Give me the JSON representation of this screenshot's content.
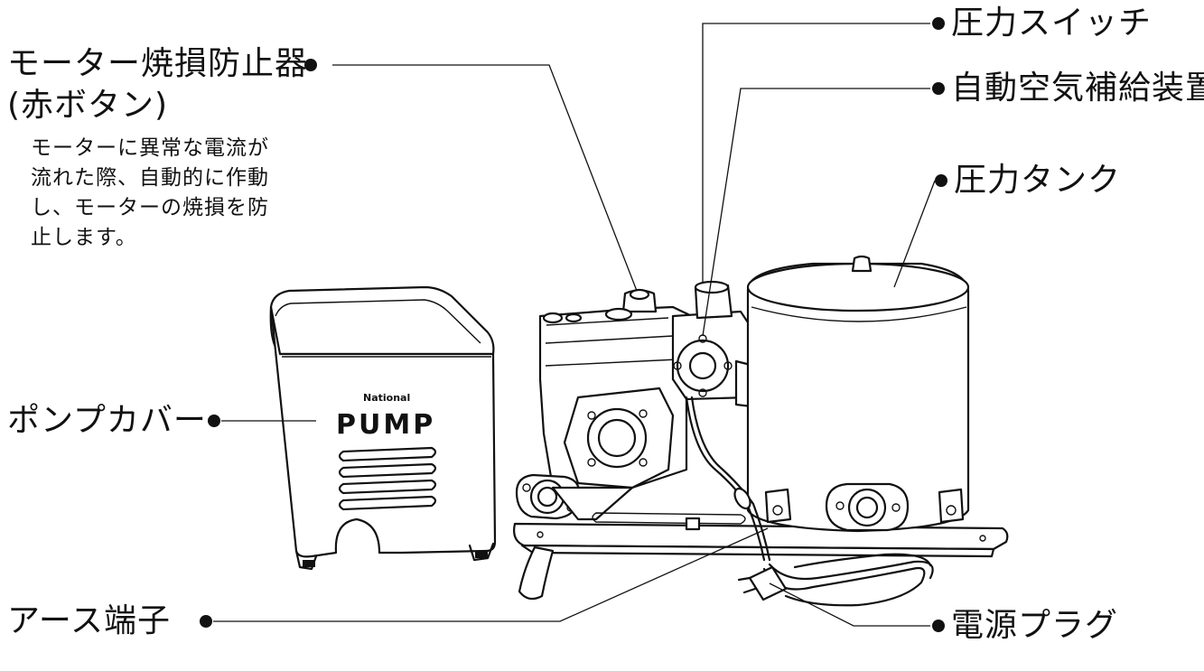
{
  "labels": {
    "motor_protector": "モーター焼損防止器",
    "motor_protector_sub": "(赤ボタン)",
    "motor_protector_desc_1": "モーターに異常な電流が",
    "motor_protector_desc_2": "流れた際、自動的に作動",
    "motor_protector_desc_3": "し、モーターの焼損を防",
    "motor_protector_desc_4": "止します。",
    "pressure_switch": "圧力スイッチ",
    "air_supply": "自動空気補給装置",
    "pressure_tank": "圧力タンク",
    "pump_cover": "ポンプカバー",
    "earth_terminal": "アース端子",
    "power_plug": "電源プラグ"
  },
  "cover_brand": {
    "small": "National",
    "big": "PUMP"
  },
  "colors": {
    "ink": "#111111",
    "background": "#ffffff"
  }
}
